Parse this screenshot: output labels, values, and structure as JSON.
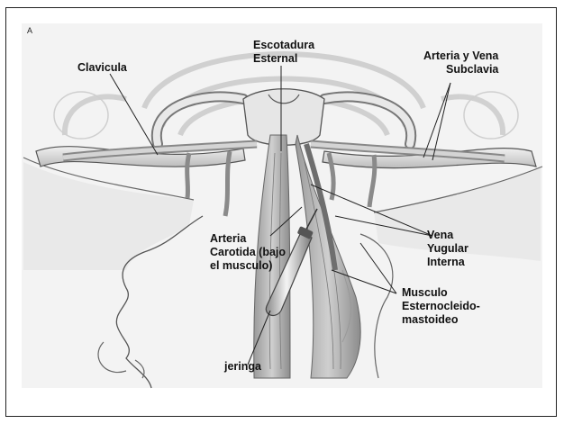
{
  "figure": {
    "panel_letter": "A",
    "labels": {
      "clavicula": "Clavicula",
      "escotadura": "Escotadura\nEsternal",
      "arteria_vena_subclavia": "Arteria y Vena\nSubclavia",
      "vena_yugular": "Vena\nYugular\nInterna",
      "arteria_carotida": "Arteria\nCarotida (bajo\nel musculo)",
      "musculo": "Musculo\nEsternocleido-\nmastoideo",
      "jeringa": "jeringa"
    }
  },
  "colors": {
    "background": "#f3f3f3",
    "bone": "#e4e4e4",
    "outline": "#555555",
    "shade": "#bdbdbd",
    "dark": "#7a7a7a"
  }
}
